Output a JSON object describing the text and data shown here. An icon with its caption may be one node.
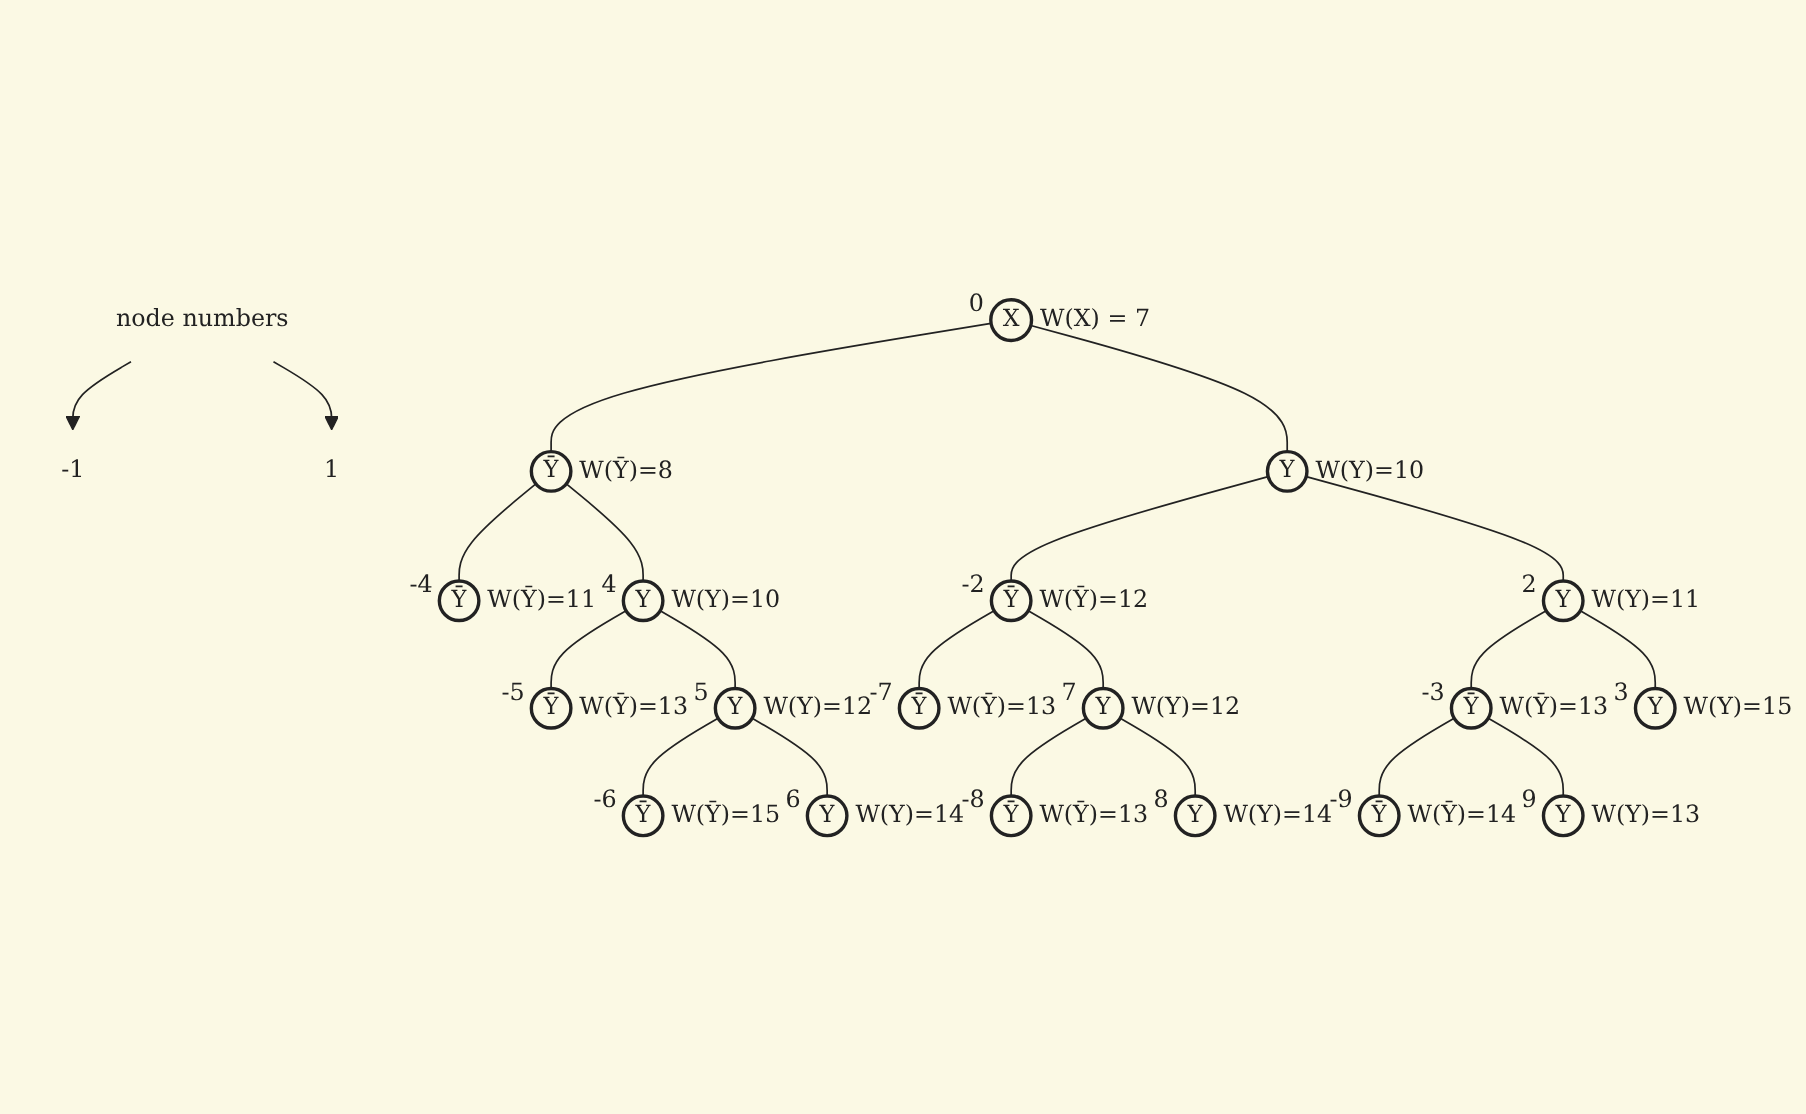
{
  "diagram": {
    "nodes": [
      {
        "text": [
          "X"
        ],
        "beside": [
          "0",
          "W(X) = 7"
        ]
      },
      {
        "text": [
          "-1"
        ]
      },
      {
        "text": [
          "node numbers"
        ]
      },
      {
        "text": [
          "1"
        ]
      },
      {
        "text": [
          "Ȳ"
        ],
        "beside": [
          "W(Ȳ)=8"
        ]
      },
      {
        "text": [
          "Y"
        ],
        "beside": [
          "W(Y)=10"
        ]
      },
      {
        "text": [
          "Ȳ"
        ],
        "beside": [
          "-4",
          "W(Ȳ)=11"
        ]
      },
      {
        "text": [
          "Y"
        ],
        "beside": [
          "4",
          "W(Y)=10"
        ]
      },
      {
        "text": [
          "Ȳ"
        ],
        "beside": [
          "-2",
          "W(Ȳ)=12"
        ]
      },
      {
        "text": [
          "Y"
        ],
        "beside": [
          "2",
          "W(Y)=11"
        ]
      },
      {
        "text": [
          "Ȳ"
        ],
        "beside": [
          "-5",
          "W(Ȳ)=13"
        ]
      },
      {
        "text": [
          "Y"
        ],
        "beside": [
          "5",
          "W(Y)=12"
        ]
      },
      {
        "text": [
          "Ȳ"
        ],
        "beside": [
          "-7",
          "W(Ȳ)=13"
        ]
      },
      {
        "text": [
          "Y"
        ],
        "beside": [
          "7",
          "W(Y)=12"
        ]
      },
      {
        "text": [
          "Ȳ"
        ],
        "beside": [
          "-3",
          "W(Ȳ)=13"
        ]
      },
      {
        "text": [
          "Y"
        ],
        "beside": [
          "3",
          "W(Y)=15"
        ]
      },
      {
        "text": [
          "Ȳ"
        ],
        "beside": [
          "-6",
          "W(Ȳ)=15"
        ]
      },
      {
        "text": [
          "Y"
        ],
        "beside": [
          "6",
          "W(Y)=14"
        ]
      },
      {
        "text": [
          "Ȳ"
        ],
        "beside": [
          "-8",
          "W(Ȳ)=13"
        ]
      },
      {
        "text": [
          "Y"
        ],
        "beside": [
          "8",
          "W(Y)=14"
        ]
      },
      {
        "text": [
          "Ȳ"
        ],
        "beside": [
          "-9",
          "W(Ȳ)=14"
        ]
      },
      {
        "text": [
          "Y"
        ],
        "beside": [
          "9",
          "W(Y)=13"
        ]
      }
    ],
    "edges": [
      {
        "from": 0,
        "to": 4,
        "arrow": "none"
      },
      {
        "from": 0,
        "to": 5,
        "arrow": "none"
      },
      {
        "from": 2,
        "to": 1,
        "arrow": "to"
      },
      {
        "from": 2,
        "to": 3,
        "arrow": "to"
      },
      {
        "from": 4,
        "to": 6,
        "arrow": "none"
      },
      {
        "from": 4,
        "to": 7,
        "arrow": "none"
      },
      {
        "from": 5,
        "to": 8,
        "arrow": "none"
      },
      {
        "from": 5,
        "to": 9,
        "arrow": "none"
      },
      {
        "from": 7,
        "to": 10,
        "arrow": "none"
      },
      {
        "from": 7,
        "to": 11,
        "arrow": "none"
      },
      {
        "from": 8,
        "to": 12,
        "arrow": "none"
      },
      {
        "from": 8,
        "to": 13,
        "arrow": "none"
      },
      {
        "from": 9,
        "to": 14,
        "arrow": "none"
      },
      {
        "from": 9,
        "to": 15,
        "arrow": "none"
      },
      {
        "from": 11,
        "to": 16,
        "arrow": "none"
      },
      {
        "from": 11,
        "to": 17,
        "arrow": "none"
      },
      {
        "from": 13,
        "to": 18,
        "arrow": "none"
      },
      {
        "from": 13,
        "to": 19,
        "arrow": "none"
      },
      {
        "from": 14,
        "to": 20,
        "arrow": "none"
      },
      {
        "from": 14,
        "to": 21,
        "arrow": "none"
      }
    ]
  }
}
